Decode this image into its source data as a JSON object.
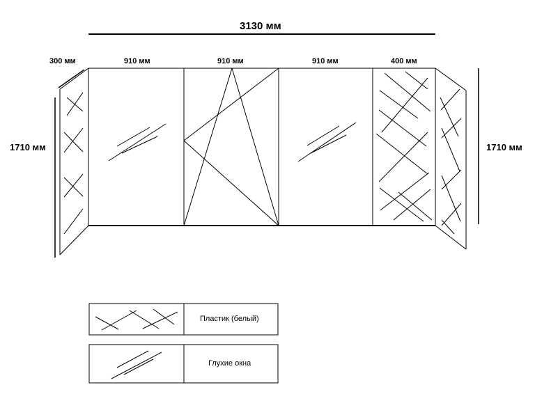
{
  "dimensions": {
    "total_width": "3130 мм",
    "side_depth": "300 мм",
    "height_left": "1710 мм",
    "height_right": "1710 мм",
    "panels": [
      "910 мм",
      "910 мм",
      "910 мм",
      "400 мм"
    ]
  },
  "legend": [
    {
      "pattern": "cross-hatch",
      "label": "Пластик (белый)"
    },
    {
      "pattern": "diagonal-lines",
      "label": "Глухие окна"
    }
  ],
  "colors": {
    "line": "#000000",
    "background": "#ffffff"
  }
}
